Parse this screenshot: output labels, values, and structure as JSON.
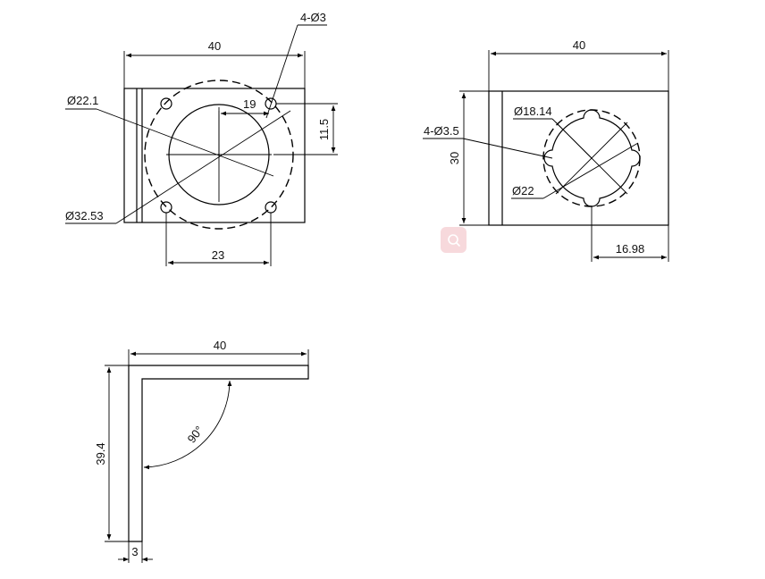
{
  "front_view": {
    "width": "40",
    "hole_callout": "4-Ø3",
    "bore_dia": "Ø22.1",
    "pitch_x": "19",
    "pitch_y": "11.5",
    "bolt_circle": "Ø32.53",
    "hole_spacing": "23"
  },
  "side_view": {
    "width": "40",
    "height": "30",
    "inner_dia": "Ø18.14",
    "slot_callout": "4-Ø3.5",
    "outer_dia": "Ø22",
    "offset": "16.98"
  },
  "angle_view": {
    "width": "40",
    "height": "39.4",
    "angle": "90°",
    "thickness": "3"
  },
  "toolbar": {
    "zoom_icon": "magnifier-icon",
    "accent": "#f7d9dc"
  }
}
